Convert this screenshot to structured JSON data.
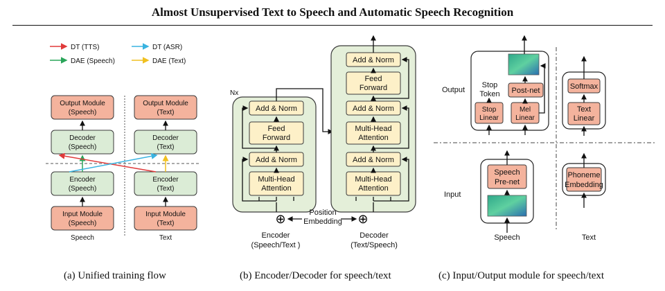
{
  "header": {
    "title": "Almost Unsupervised Text to Speech and Automatic Speech Recognition"
  },
  "panel_a": {
    "legend": {
      "dt_tts": "DT (TTS)",
      "dt_asr": "DT (ASR)",
      "dae_speech": "DAE (Speech)",
      "dae_text": "DAE (Text)"
    },
    "speech": {
      "output_l1": "Output Module",
      "output_l2": "(Speech)",
      "decoder_l1": "Decoder",
      "decoder_l2": "(Speech)",
      "encoder_l1": "Encoder",
      "encoder_l2": "(Speech)",
      "input_l1": "Input Module",
      "input_l2": "(Speech)",
      "label": "Speech"
    },
    "text": {
      "output_l1": "Output Module",
      "output_l2": "(Text)",
      "decoder_l1": "Decoder",
      "decoder_l2": "(Text)",
      "encoder_l1": "Encoder",
      "encoder_l2": "(Text)",
      "input_l1": "Input Module",
      "input_l2": "(Text)",
      "label": "Text"
    },
    "colors": {
      "dt_tts": "#e03a3a",
      "dt_asr": "#3ab3e0",
      "dae_speech": "#2aa55a",
      "dae_text": "#f0c020"
    }
  },
  "panel_b": {
    "nx": "Nx",
    "add_norm": "Add & Norm",
    "ff_l1": "Feed",
    "ff_l2": "Forward",
    "mha_l1": "Multi-Head",
    "mha_l2": "Attention",
    "position_l1": "Position",
    "position_l2": "Embedding",
    "encoder_l1": "Encoder",
    "encoder_l2": "(Speech/Text )",
    "decoder_l1": "Decoder",
    "decoder_l2": "(Text/Speech)",
    "plus": "⊕"
  },
  "panel_c": {
    "output": "Output",
    "input": "Input",
    "stop_token_l1": "Stop",
    "stop_token_l2": "Token",
    "postnet": "Post-net",
    "stop_linear_l1": "Stop",
    "stop_linear_l2": "Linear",
    "mel_linear_l1": "Mel",
    "mel_linear_l2": "Linear",
    "softmax": "Softmax",
    "text_linear_l1": "Text",
    "text_linear_l2": "Linear",
    "speech_prenet_l1": "Speech",
    "speech_prenet_l2": "Pre-net",
    "phoneme_l1": "Phoneme",
    "phoneme_l2": "Embedding",
    "speech": "Speech",
    "text": "Text"
  },
  "captions": {
    "a": "(a) Unified training flow",
    "b": "(b) Encoder/Decoder for speech/text",
    "c": "(c) Input/Output module for speech/text"
  }
}
